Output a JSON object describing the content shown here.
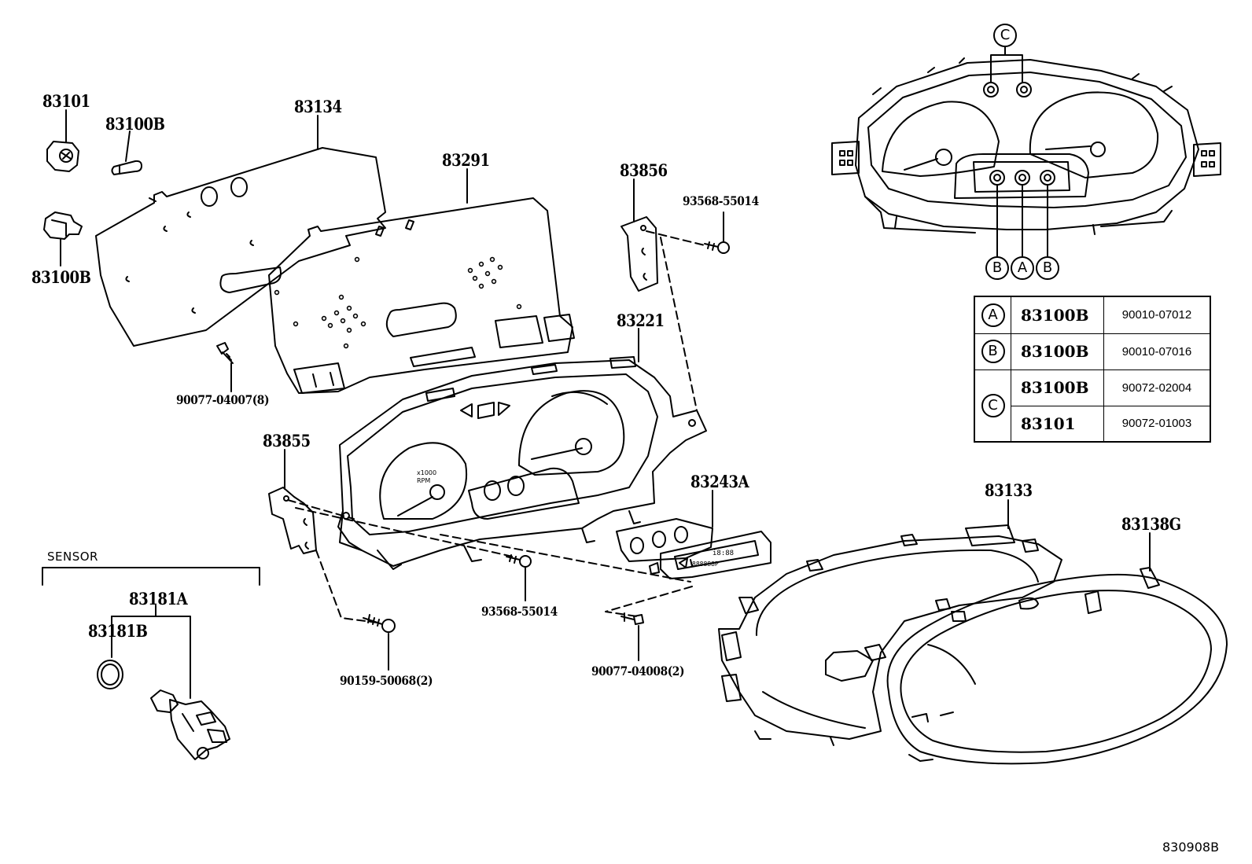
{
  "callouts": [
    {
      "id": "83101",
      "text": "83101"
    },
    {
      "id": "83100B-top",
      "text": "83100B"
    },
    {
      "id": "83100B-left",
      "text": "83100B"
    },
    {
      "id": "83134",
      "text": "83134"
    },
    {
      "id": "83291",
      "text": "83291"
    },
    {
      "id": "83856",
      "text": "83856"
    },
    {
      "id": "93568-55014-top",
      "text": "93568-55014"
    },
    {
      "id": "83221",
      "text": "83221"
    },
    {
      "id": "90077-04007",
      "text": "90077-04007(8)"
    },
    {
      "id": "83855",
      "text": "83855"
    },
    {
      "id": "83243A",
      "text": "83243A"
    },
    {
      "id": "93568-55014-bottom",
      "text": "93568-55014"
    },
    {
      "id": "90159-50068",
      "text": "90159-50068(2)"
    },
    {
      "id": "90077-04008",
      "text": "90077-04008(2)"
    },
    {
      "id": "83181A",
      "text": "83181A"
    },
    {
      "id": "83181B",
      "text": "83181B"
    },
    {
      "id": "83133",
      "text": "83133"
    },
    {
      "id": "83138G",
      "text": "83138G"
    }
  ],
  "sensor_group": {
    "title": "SENSOR"
  },
  "socket_markers": [
    "C",
    "B",
    "A",
    "B"
  ],
  "legend": {
    "rows": [
      {
        "ref": "A",
        "part": "83100B",
        "bulb": "90010-07012"
      },
      {
        "ref": "B",
        "part": "83100B",
        "bulb": "90010-07016"
      },
      {
        "ref": "C",
        "part": "83100B",
        "bulb": "90072-02004"
      },
      {
        "ref": "",
        "part": "83101",
        "bulb": "90072-01003"
      }
    ]
  },
  "drawing_number": "830908B",
  "icons": [
    "clock-socket-icon",
    "bulb-icon",
    "screw-icon",
    "o-ring-icon",
    "speed-sensor-icon"
  ]
}
